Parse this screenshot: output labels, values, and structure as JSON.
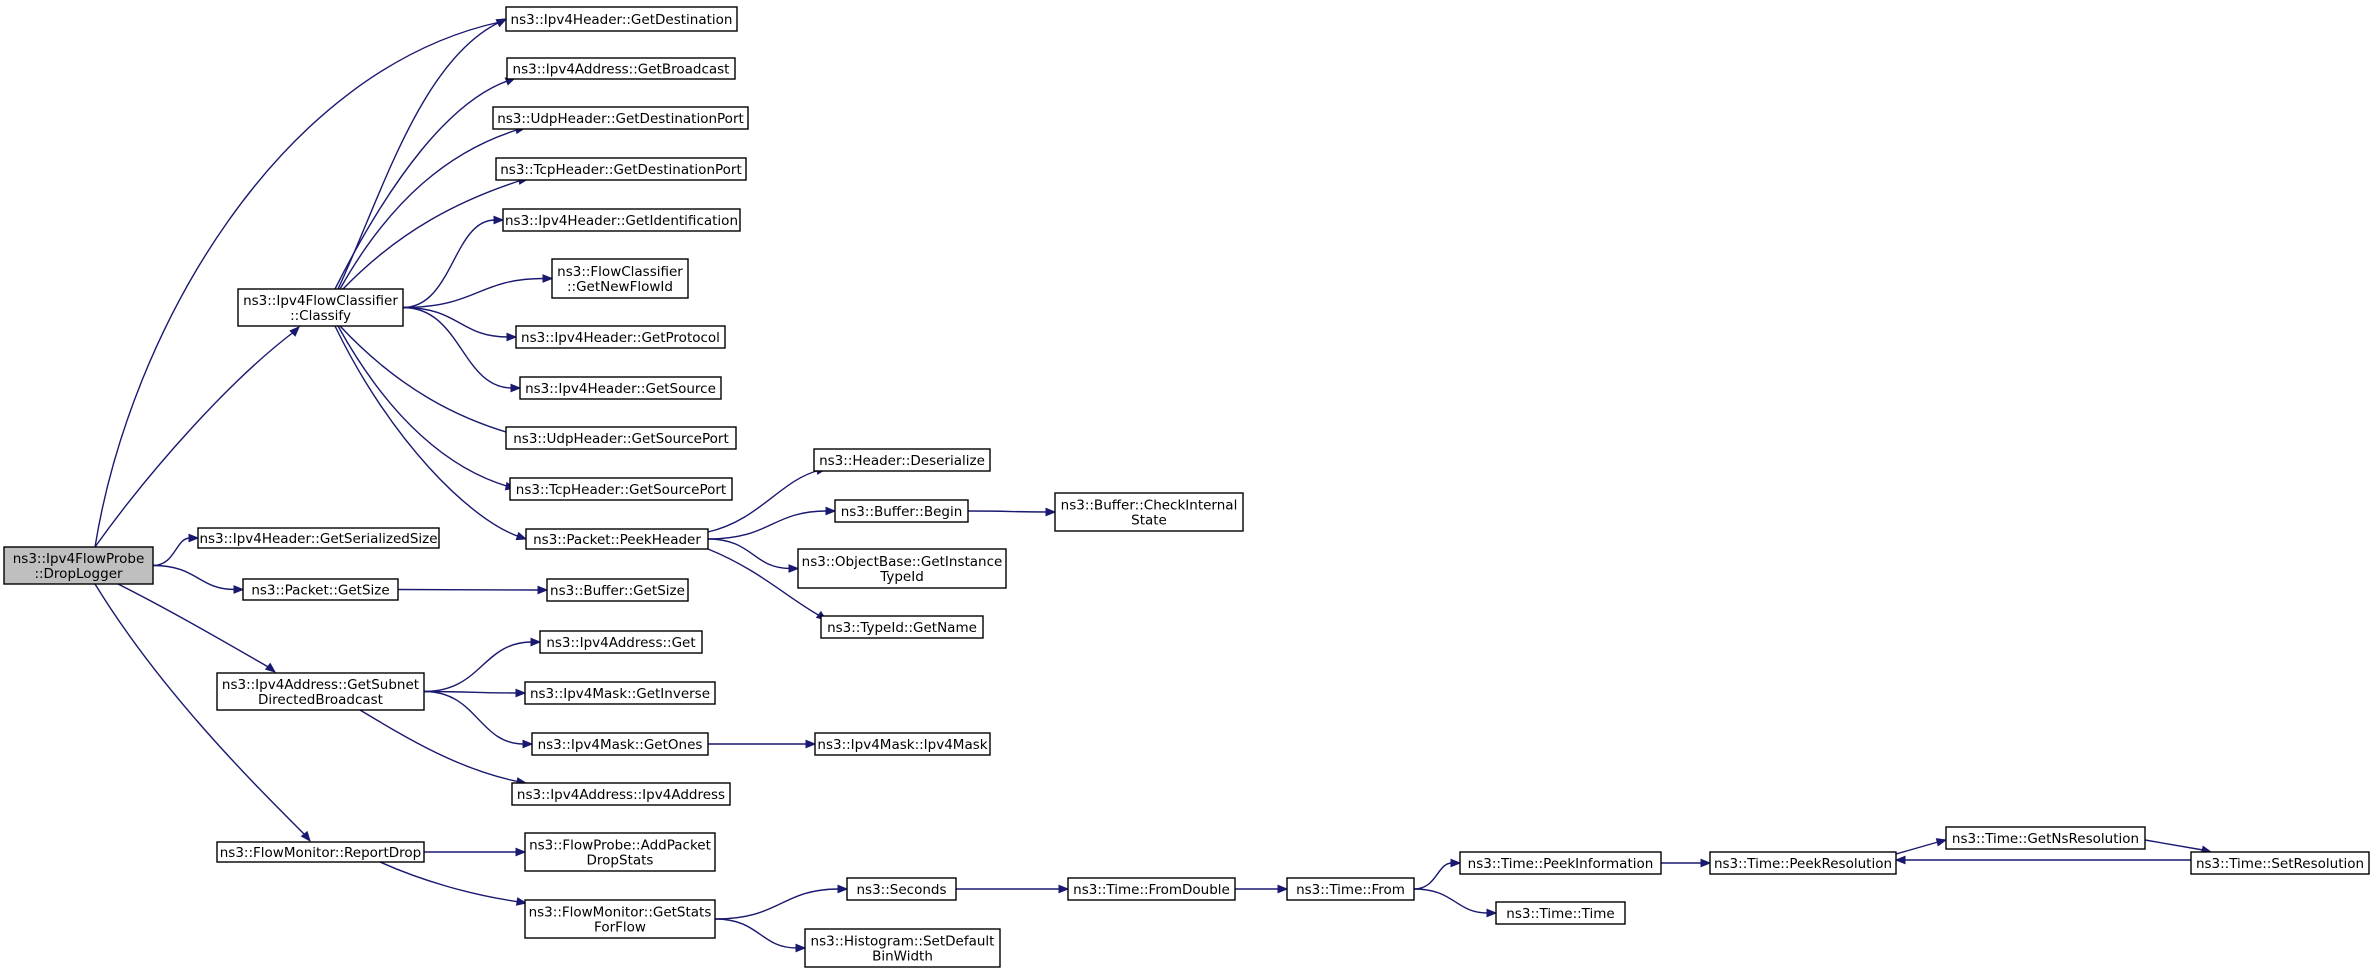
{
  "nodes": [
    {
      "id": "root",
      "lines": [
        "ns3::Ipv4FlowProbe",
        "::DropLogger"
      ],
      "highlight": true
    },
    {
      "id": "classify",
      "lines": [
        "ns3::Ipv4FlowClassifier",
        "::Classify"
      ]
    },
    {
      "id": "get_serialized_size",
      "lines": [
        "ns3::Ipv4Header::GetSerializedSize"
      ]
    },
    {
      "id": "packet_get_size",
      "lines": [
        "ns3::Packet::GetSize"
      ]
    },
    {
      "id": "get_subnet_directed_broadcast",
      "lines": [
        "ns3::Ipv4Address::GetSubnet",
        "DirectedBroadcast"
      ]
    },
    {
      "id": "report_drop",
      "lines": [
        "ns3::FlowMonitor::ReportDrop"
      ]
    },
    {
      "id": "ipv4header_get_destination",
      "lines": [
        "ns3::Ipv4Header::GetDestination"
      ]
    },
    {
      "id": "ipv4address_get_broadcast",
      "lines": [
        "ns3::Ipv4Address::GetBroadcast"
      ]
    },
    {
      "id": "udp_get_destination_port",
      "lines": [
        "ns3::UdpHeader::GetDestinationPort"
      ]
    },
    {
      "id": "tcp_get_destination_port",
      "lines": [
        "ns3::TcpHeader::GetDestinationPort"
      ]
    },
    {
      "id": "ipv4header_get_identification",
      "lines": [
        "ns3::Ipv4Header::GetIdentification"
      ]
    },
    {
      "id": "flowclassifier_get_new_flow_id",
      "lines": [
        "ns3::FlowClassifier",
        "::GetNewFlowId"
      ]
    },
    {
      "id": "ipv4header_get_protocol",
      "lines": [
        "ns3::Ipv4Header::GetProtocol"
      ]
    },
    {
      "id": "ipv4header_get_source",
      "lines": [
        "ns3::Ipv4Header::GetSource"
      ]
    },
    {
      "id": "udp_get_source_port",
      "lines": [
        "ns3::UdpHeader::GetSourcePort"
      ]
    },
    {
      "id": "tcp_get_source_port",
      "lines": [
        "ns3::TcpHeader::GetSourcePort"
      ]
    },
    {
      "id": "packet_peek_header",
      "lines": [
        "ns3::Packet::PeekHeader"
      ]
    },
    {
      "id": "header_deserialize",
      "lines": [
        "ns3::Header::Deserialize"
      ]
    },
    {
      "id": "buffer_begin",
      "lines": [
        "ns3::Buffer::Begin"
      ]
    },
    {
      "id": "buffer_check_internal_state",
      "lines": [
        "ns3::Buffer::CheckInternal",
        "State"
      ]
    },
    {
      "id": "objectbase_get_instance_typeid",
      "lines": [
        "ns3::ObjectBase::GetInstance",
        "TypeId"
      ]
    },
    {
      "id": "typeid_get_name",
      "lines": [
        "ns3::TypeId::GetName"
      ]
    },
    {
      "id": "buffer_get_size",
      "lines": [
        "ns3::Buffer::GetSize"
      ]
    },
    {
      "id": "ipv4address_get",
      "lines": [
        "ns3::Ipv4Address::Get"
      ]
    },
    {
      "id": "ipv4mask_get_inverse",
      "lines": [
        "ns3::Ipv4Mask::GetInverse"
      ]
    },
    {
      "id": "ipv4mask_get_ones",
      "lines": [
        "ns3::Ipv4Mask::GetOnes"
      ]
    },
    {
      "id": "ipv4mask_ctor",
      "lines": [
        "ns3::Ipv4Mask::Ipv4Mask"
      ]
    },
    {
      "id": "ipv4address_ctor",
      "lines": [
        "ns3::Ipv4Address::Ipv4Address"
      ]
    },
    {
      "id": "flowprobe_add_packet_drop_stats",
      "lines": [
        "ns3::FlowProbe::AddPacket",
        "DropStats"
      ]
    },
    {
      "id": "flowmonitor_get_stats_for_flow",
      "lines": [
        "ns3::FlowMonitor::GetStats",
        "ForFlow"
      ]
    },
    {
      "id": "seconds",
      "lines": [
        "ns3::Seconds"
      ]
    },
    {
      "id": "histogram_set_default_bin_width",
      "lines": [
        "ns3::Histogram::SetDefault",
        "BinWidth"
      ]
    },
    {
      "id": "time_from_double",
      "lines": [
        "ns3::Time::FromDouble"
      ]
    },
    {
      "id": "time_from",
      "lines": [
        "ns3::Time::From"
      ]
    },
    {
      "id": "time_peek_information",
      "lines": [
        "ns3::Time::PeekInformation"
      ]
    },
    {
      "id": "time_ctor",
      "lines": [
        "ns3::Time::Time"
      ]
    },
    {
      "id": "time_peek_resolution",
      "lines": [
        "ns3::Time::PeekResolution"
      ]
    },
    {
      "id": "time_get_ns_resolution",
      "lines": [
        "ns3::Time::GetNsResolution"
      ]
    },
    {
      "id": "time_set_resolution",
      "lines": [
        "ns3::Time::SetResolution"
      ]
    }
  ],
  "edges": [
    [
      "root",
      "classify"
    ],
    [
      "root",
      "ipv4header_get_destination"
    ],
    [
      "root",
      "get_serialized_size"
    ],
    [
      "root",
      "packet_get_size"
    ],
    [
      "root",
      "get_subnet_directed_broadcast"
    ],
    [
      "root",
      "report_drop"
    ],
    [
      "classify",
      "ipv4header_get_destination"
    ],
    [
      "classify",
      "ipv4address_get_broadcast"
    ],
    [
      "classify",
      "udp_get_destination_port"
    ],
    [
      "classify",
      "tcp_get_destination_port"
    ],
    [
      "classify",
      "ipv4header_get_identification"
    ],
    [
      "classify",
      "flowclassifier_get_new_flow_id"
    ],
    [
      "classify",
      "ipv4header_get_protocol"
    ],
    [
      "classify",
      "ipv4header_get_source"
    ],
    [
      "classify",
      "udp_get_source_port"
    ],
    [
      "classify",
      "tcp_get_source_port"
    ],
    [
      "classify",
      "packet_peek_header"
    ],
    [
      "packet_peek_header",
      "header_deserialize"
    ],
    [
      "packet_peek_header",
      "buffer_begin"
    ],
    [
      "packet_peek_header",
      "objectbase_get_instance_typeid"
    ],
    [
      "packet_peek_header",
      "typeid_get_name"
    ],
    [
      "buffer_begin",
      "buffer_check_internal_state"
    ],
    [
      "packet_get_size",
      "buffer_get_size"
    ],
    [
      "get_subnet_directed_broadcast",
      "ipv4address_get"
    ],
    [
      "get_subnet_directed_broadcast",
      "ipv4mask_get_inverse"
    ],
    [
      "get_subnet_directed_broadcast",
      "ipv4mask_get_ones"
    ],
    [
      "get_subnet_directed_broadcast",
      "ipv4address_ctor"
    ],
    [
      "ipv4mask_get_ones",
      "ipv4mask_ctor"
    ],
    [
      "report_drop",
      "flowprobe_add_packet_drop_stats"
    ],
    [
      "report_drop",
      "flowmonitor_get_stats_for_flow"
    ],
    [
      "flowmonitor_get_stats_for_flow",
      "seconds"
    ],
    [
      "flowmonitor_get_stats_for_flow",
      "histogram_set_default_bin_width"
    ],
    [
      "seconds",
      "time_from_double"
    ],
    [
      "time_from_double",
      "time_from"
    ],
    [
      "time_from",
      "time_peek_information"
    ],
    [
      "time_from",
      "time_ctor"
    ],
    [
      "time_peek_information",
      "time_peek_resolution"
    ],
    [
      "time_peek_resolution",
      "time_get_ns_resolution"
    ],
    [
      "time_get_ns_resolution",
      "time_set_resolution"
    ],
    [
      "time_set_resolution",
      "time_peek_resolution"
    ]
  ],
  "colors": {
    "edge": "#191970",
    "root_fill": "#bfbfbf",
    "node_fill": "#ffffff",
    "node_stroke": "#000000"
  }
}
